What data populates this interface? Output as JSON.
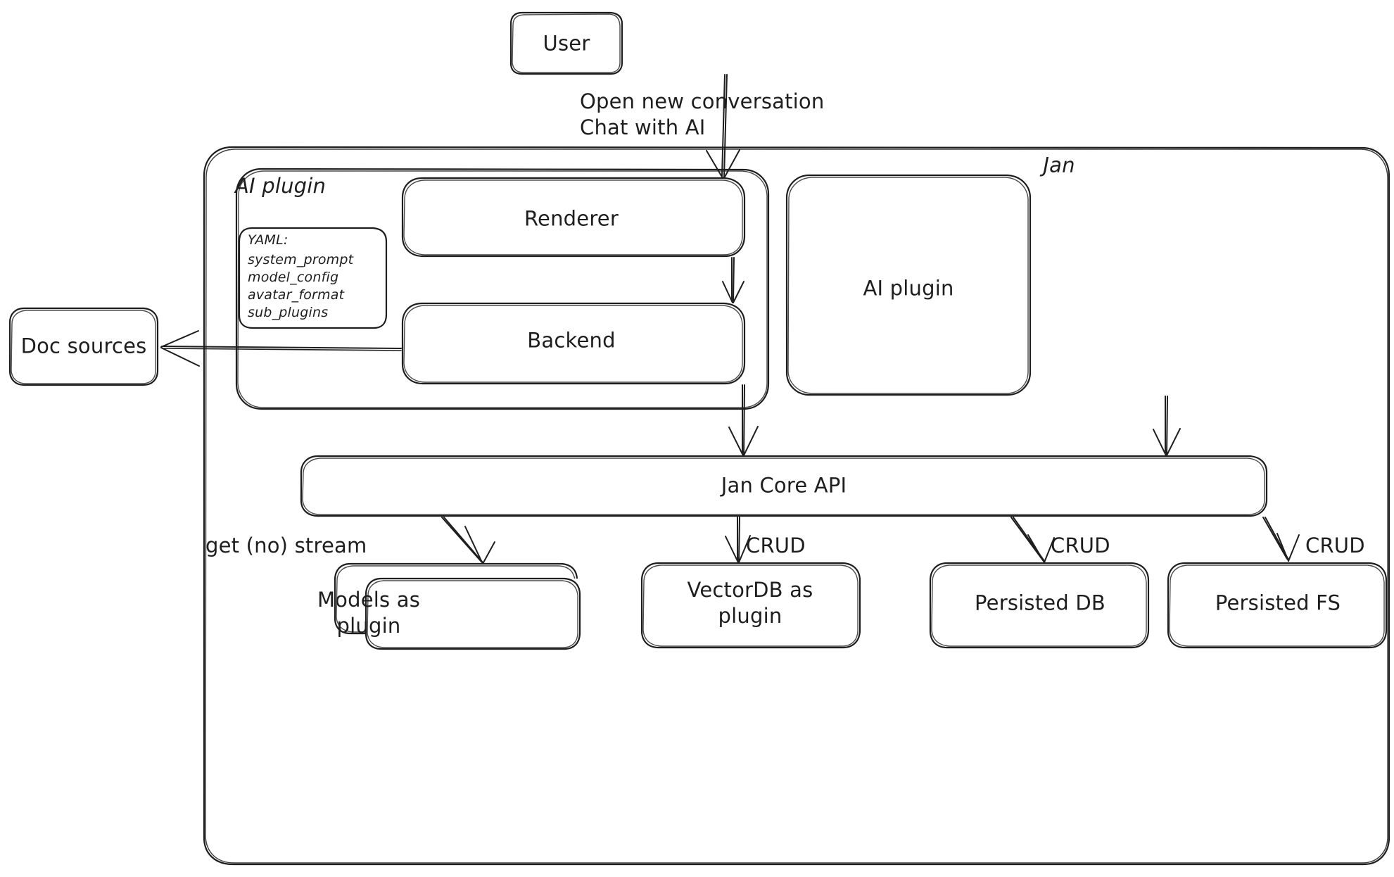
{
  "diagram": {
    "title": "Jan architecture sketch",
    "style": "hand-drawn",
    "stroke_color": "#1e1e1e",
    "background_color": "#ffffff"
  },
  "containers": {
    "jan": {
      "label": "Jan"
    },
    "ai_plugin_group": {
      "label": "AI plugin"
    }
  },
  "nodes": {
    "user": {
      "label": "User"
    },
    "renderer": {
      "label": "Renderer"
    },
    "backend": {
      "label": "Backend"
    },
    "yaml_note": {
      "title": "YAML:",
      "items": [
        "system_prompt",
        "model_config",
        "avatar_format",
        "sub_plugins"
      ]
    },
    "doc_sources": {
      "label": "Doc sources"
    },
    "ai_plugin_right": {
      "label": "AI plugin"
    },
    "jan_core_api": {
      "label": "Jan Core API"
    },
    "models_as_plugin": {
      "label": "Models as\nplugin"
    },
    "vectordb_as_plugin": {
      "label": "VectorDB as\nplugin"
    },
    "persisted_db": {
      "label": "Persisted DB"
    },
    "persisted_fs": {
      "label": "Persisted FS"
    }
  },
  "edges": {
    "user_to_renderer": {
      "label": "Open new conversation\nChat with AI"
    },
    "renderer_to_backend": {
      "label": ""
    },
    "backend_to_doc_sources": {
      "label": ""
    },
    "backend_to_core": {
      "label": ""
    },
    "ai_plugin_to_core": {
      "label": ""
    },
    "core_to_models": {
      "label": "get (no) stream"
    },
    "core_to_vectordb": {
      "label": "CRUD"
    },
    "core_to_persisted_db": {
      "label": "CRUD"
    },
    "core_to_persisted_fs": {
      "label": "CRUD"
    }
  }
}
